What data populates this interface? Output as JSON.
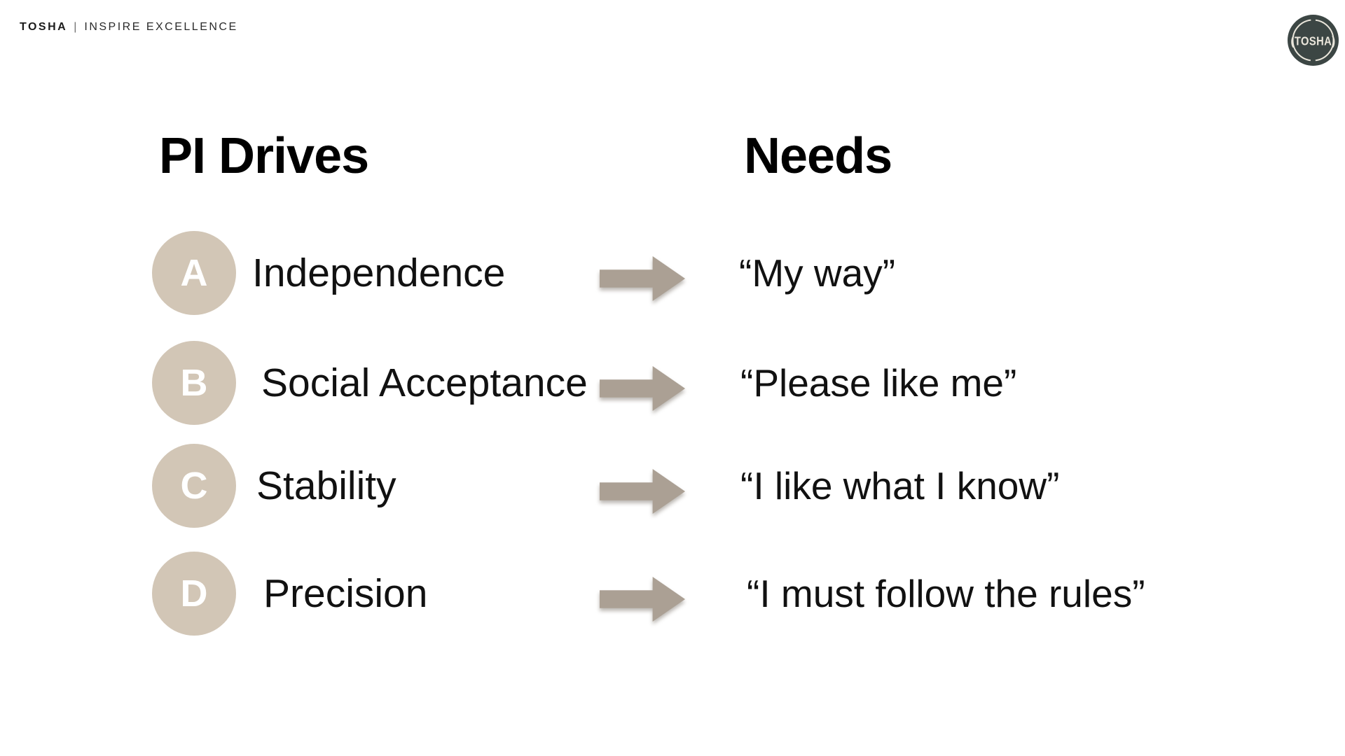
{
  "header": {
    "brand": "TOSHA",
    "separator": "|",
    "tagline": "INSPIRE EXCELLENCE"
  },
  "logo": {
    "badge_text": "(TOSHA)"
  },
  "columns": {
    "left_title": "PI Drives",
    "right_title": "Needs"
  },
  "rows": [
    {
      "letter": "A",
      "drive": "Independence",
      "need": "“My way”"
    },
    {
      "letter": "B",
      "drive": "Social Acceptance",
      "need": "“Please like me”"
    },
    {
      "letter": "C",
      "drive": "Stability",
      "need": "“I like what I know”"
    },
    {
      "letter": "D",
      "drive": "Precision",
      "need": "“I must follow the rules”"
    }
  ],
  "colors": {
    "circle_fill": "#d2c6b6",
    "badge_letter": "#ffffff",
    "arrow_fill": "#aba094",
    "logo_bg": "#3c4644",
    "logo_ink": "#eae6db",
    "text_ink": "#111111"
  }
}
